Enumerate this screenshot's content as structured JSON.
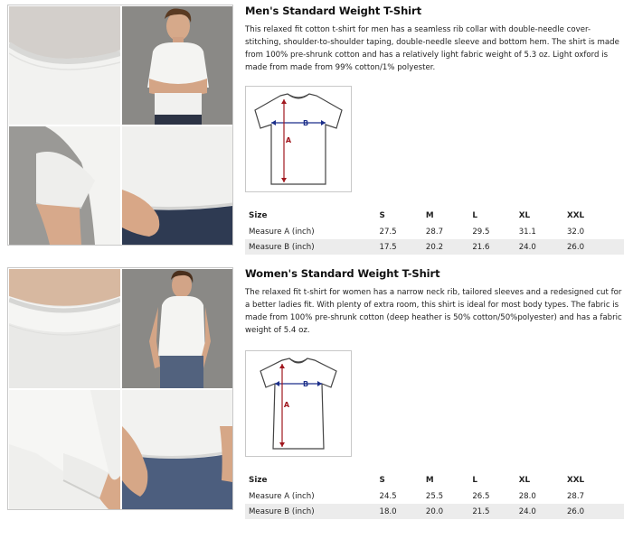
{
  "products": [
    {
      "title": "Men's Standard Weight T-Shirt",
      "description": "This relaxed fit cotton t-shirt for men has a seamless rib collar with double-needle cover-stitching, shoulder-to-shoulder taping, double-needle sleeve and bottom hem. The shirt is made from 100% pre-shrunk cotton and has a relatively light fabric weight of 5.3 oz. Light oxford is made from made from 99% cotton/1% polyester.",
      "diagram": {
        "label_a": "A",
        "label_b": "B",
        "arrow_color": "#1c2f8a",
        "length_color": "#a0161d"
      },
      "size_table": {
        "headers": [
          "Size",
          "S",
          "M",
          "L",
          "XL",
          "XXL"
        ],
        "rows": [
          [
            "Measure A (inch)",
            "27.5",
            "28.7",
            "29.5",
            "31.1",
            "32.0"
          ],
          [
            "Measure B (inch)",
            "17.5",
            "20.2",
            "21.6",
            "24.0",
            "26.0"
          ]
        ]
      }
    },
    {
      "title": "Women's Standard Weight T-Shirt",
      "description": "The relaxed fit t-shirt for women has a narrow neck rib, tailored sleeves and a redesigned cut for a better ladies fit. With plenty of extra room, this shirt is ideal for most body types. The fabric is made from 100% pre-shrunk cotton (deep heather is 50% cotton/50%polyester) and has a fabric weight of 5.4 oz.",
      "diagram": {
        "label_a": "A",
        "label_b": "B",
        "arrow_color": "#1c2f8a",
        "length_color": "#a0161d"
      },
      "size_table": {
        "headers": [
          "Size",
          "S",
          "M",
          "L",
          "XL",
          "XXL"
        ],
        "rows": [
          [
            "Measure A (inch)",
            "24.5",
            "25.5",
            "26.5",
            "28.0",
            "28.7"
          ],
          [
            "Measure B (inch)",
            "18.0",
            "20.0",
            "21.5",
            "24.0",
            "26.0"
          ]
        ]
      }
    }
  ]
}
